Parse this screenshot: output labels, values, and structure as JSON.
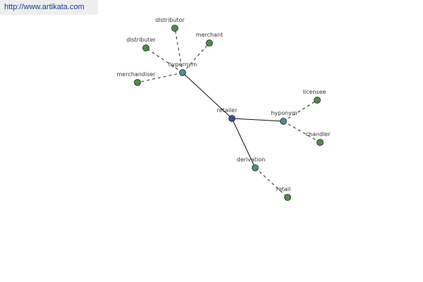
{
  "watermark_url": "http://www.artikata.com",
  "colors": {
    "center_node": "#3b4f9a",
    "relation_node": "#4f8a8c",
    "word_node": "#4f8a4a",
    "edge": "#111111",
    "dashed_edge": "#222222"
  },
  "graph": {
    "center": {
      "id": "retailer",
      "label": "retailer"
    },
    "relations": [
      {
        "id": "hypernym",
        "label": "hypernym"
      },
      {
        "id": "hyponym",
        "label": "hyponym"
      },
      {
        "id": "derivation",
        "label": "derivation"
      }
    ],
    "words": [
      {
        "id": "distributor",
        "label": "distributor",
        "relation": "hypernym"
      },
      {
        "id": "distributer",
        "label": "distributer",
        "relation": "hypernym"
      },
      {
        "id": "merchant",
        "label": "merchant",
        "relation": "hypernym"
      },
      {
        "id": "merchandiser",
        "label": "merchandiser",
        "relation": "hypernym"
      },
      {
        "id": "licensee",
        "label": "licensee",
        "relation": "hyponym"
      },
      {
        "id": "chandler",
        "label": "chandler",
        "relation": "hyponym"
      },
      {
        "id": "retail",
        "label": "retail",
        "relation": "derivation"
      }
    ]
  }
}
